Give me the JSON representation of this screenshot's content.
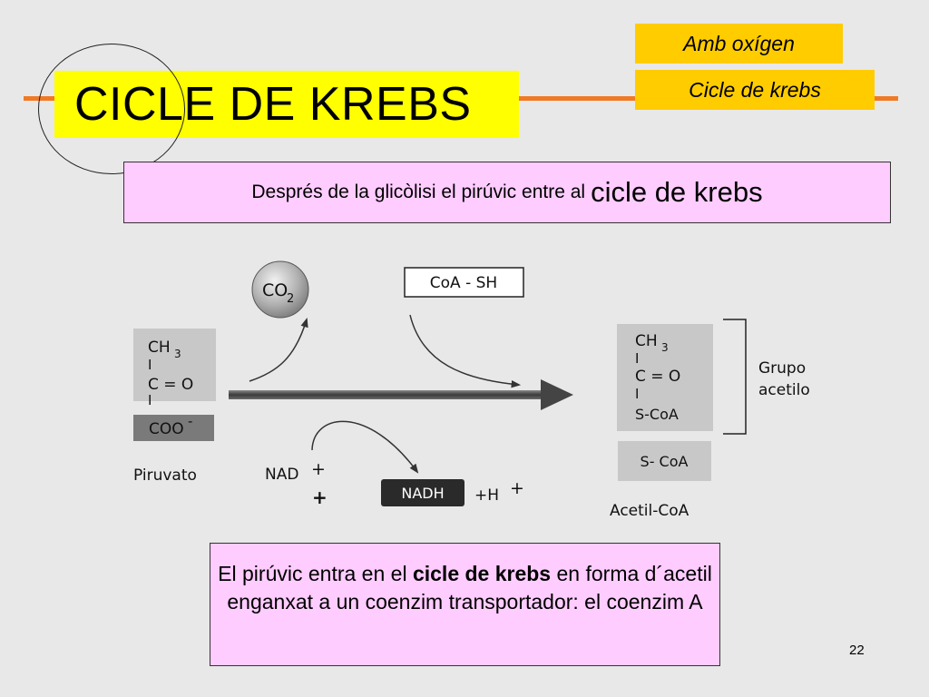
{
  "title": "CICLE DE KREBS",
  "tags": {
    "oxygen": "Amb oxígen",
    "krebs": "Cicle de krebs"
  },
  "intro": {
    "text": "Després de la glicòlisi el pirúvic entre al",
    "emphasis": "cicle de krebs"
  },
  "diagram": {
    "co2": "CO",
    "co2_sub": "2",
    "coa_sh": "CoA - SH",
    "pyruvate": {
      "ch3": "CH",
      "ch3_sub": "3",
      "bond1": "I",
      "carbonyl": "C = O",
      "bond2": "I",
      "coo": "COO",
      "coo_charge": "-",
      "label": "Piruvato"
    },
    "nad": "NAD",
    "nad_charge": "+",
    "plus1": "+",
    "nadh": "NADH",
    "h_plus": "+H",
    "h_charge": "+",
    "acetyl": {
      "ch3": "CH",
      "ch3_sub": "3",
      "bond1": "I",
      "carbonyl": "C = O",
      "bond2": "I",
      "scoa": "S-CoA",
      "scoa_box": "S- CoA",
      "label": "Acetil-CoA",
      "group_line1": "Grupo",
      "group_line2": "acetilo"
    }
  },
  "bottom": {
    "pre": "El pirúvic entra en el",
    "bold": "cicle de krebs",
    "post": "en forma d´acetil enganxat a un coenzim transportador: el coenzim A"
  },
  "page_number": "22",
  "colors": {
    "orange": "#f07a24",
    "yellow": "#ffff00",
    "gold": "#ffcc00",
    "pink": "#ffccff",
    "background": "#e8e8e8"
  }
}
